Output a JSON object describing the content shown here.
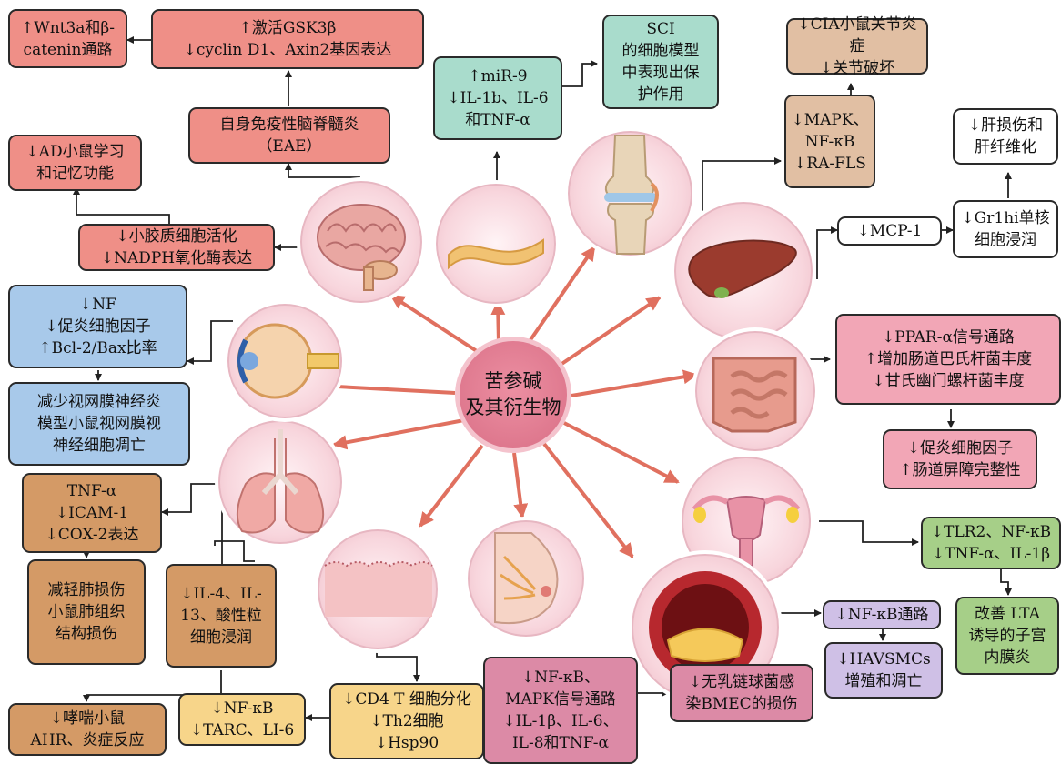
{
  "center": {
    "label": "苦参碱\n及其衍生物"
  },
  "boxes": {
    "wnt": "↑Wnt3a和β-\ncatenin通路",
    "gsk": "↑激活GSK3β\n↓cyclin D1、Axin2基因表达",
    "eae": "自身免疫性脑脊髓炎\n（EAE）",
    "ad": "↓AD小鼠学习\n和记忆功能",
    "microglia": "↓小胶质细胞活化\n↓NADPH氧化酶表达",
    "mir9": "↑miR-9\n↓IL-1b、IL-6\n和TNF-α",
    "sci": "SCI\n的细胞模型\n中表现出保\n护作用",
    "cia": "↓CIA小鼠关节炎症\n↓关节破坏",
    "mapk_joint": "↓MAPK、\nNF-κB\n↓RA-FLS",
    "liver_inj": "↓肝损伤和\n肝纤维化",
    "mcp": "↓MCP-1",
    "gr1": "↓Gr1hi单核\n细胞浸润",
    "ppar": "↓PPAR-α信号通路\n↑增加肠道巴氏杆菌丰度\n↓甘氏幽门螺杆菌丰度",
    "gut": "↓促炎细胞因子\n↑肠道屏障完整性",
    "tlr2": "↓TLR2、NF-κB\n↓TNF-α、IL-1β",
    "lta": "改善 LTA\n诱导的子宫\n内膜炎",
    "nfkb_vessel": "↓NF-κB通路",
    "havsmc": "↓HAVSMCs\n增殖和凋亡",
    "breast": "↓NF-κB、\nMAPK信号通路\n↓IL-1β、IL-6、\nIL-8和TNF-α",
    "bmec": "↓无乳链球菌感\n染BMEC的损伤",
    "cd4": "↓CD4 T 细胞分化\n↓Th2细胞\n↓Hsp90",
    "tarc": "↓NF-κB\n↓TARC、LI-6",
    "ahr": "↓哮喘小鼠\nAHR、炎症反应",
    "il4": "↓IL-4、IL-\n13、酸性粒\n细胞浸润",
    "lung_inj": "减轻肺损伤\n小鼠肺组织\n结构损伤",
    "tnf_lung": "TNF-α\n↓ICAM-1\n↓COX-2表达",
    "nf_eye": "↓NF\n↓促炎细胞因子\n↑Bcl-2/Bax比率",
    "retina": "减少视网膜神经炎\n模型小鼠视网膜视\n神经细胞凋亡"
  },
  "organs": [
    "brain-icon",
    "spinal-cord-icon",
    "knee-joint-icon",
    "liver-icon",
    "intestine-icon",
    "uterus-icon",
    "artery-icon",
    "breast-icon",
    "skin-icon",
    "lung-icon",
    "eye-icon"
  ],
  "colors": {
    "arrow": "#e0705f",
    "ring": "#f4c3cd",
    "hub": "#d96f86"
  }
}
